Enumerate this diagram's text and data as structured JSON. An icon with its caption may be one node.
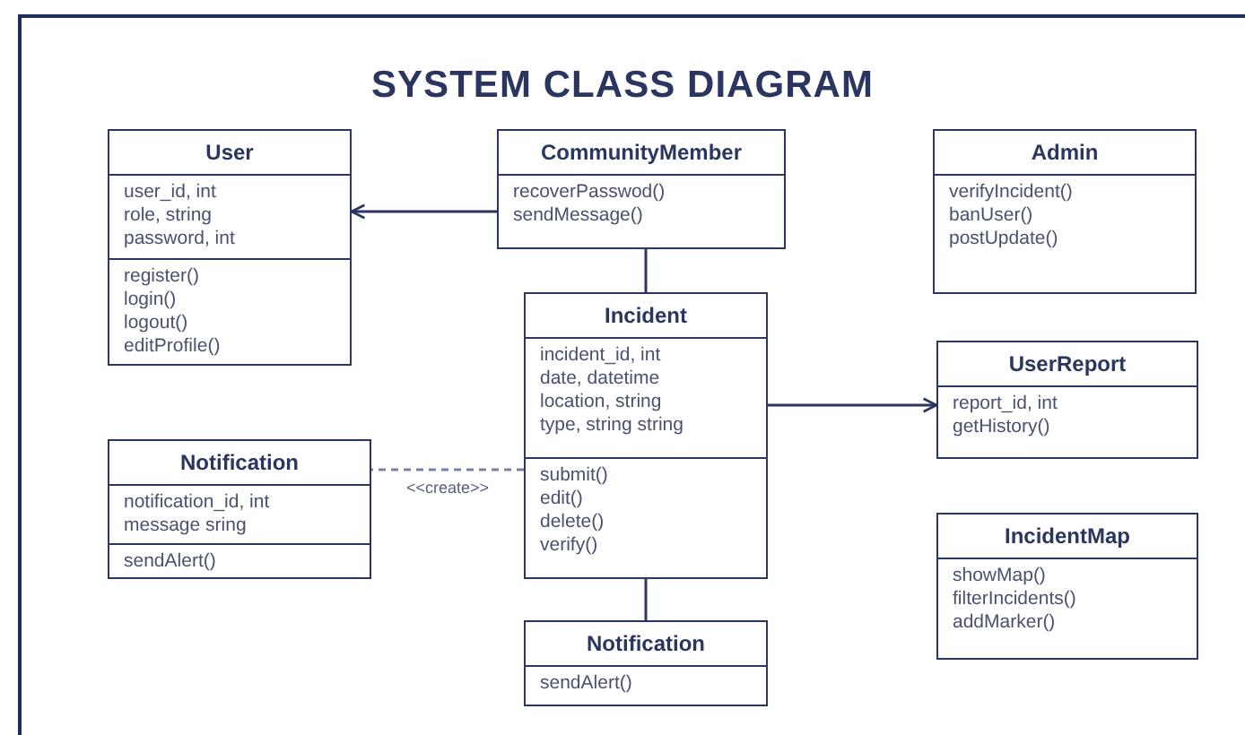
{
  "diagram": {
    "title": "SYSTEM CLASS DIAGRAM",
    "nodes": [
      {
        "text": [
          "User"
        ]
      },
      {
        "text": [
          "user_id, int",
          "role, string",
          "password, int"
        ],
        "in": 0
      },
      {
        "text": [
          "register()",
          "login()",
          "logout()",
          "editProfile()"
        ],
        "in": 0
      },
      {
        "text": [
          "CommunityMember"
        ]
      },
      {
        "text": [
          "recoverPasswod()",
          "sendMessage()"
        ],
        "in": 3
      },
      {
        "text": [
          "Admin"
        ]
      },
      {
        "text": [
          "verifyIncident()",
          "banUser()",
          "postUpdate()"
        ],
        "in": 5
      },
      {
        "text": [
          "Incident"
        ]
      },
      {
        "text": [
          "incident_id, int",
          "date, datetime",
          "location, string",
          "type, string string"
        ],
        "in": 7
      },
      {
        "text": [
          "submit()",
          "edit()",
          "delete()",
          "verify()"
        ],
        "in": 7
      },
      {
        "text": [
          "UserReport"
        ]
      },
      {
        "text": [
          "report_id, int",
          "getHistory()"
        ],
        "in": 10
      },
      {
        "text": [
          "Notification"
        ]
      },
      {
        "text": [
          "notification_id, int",
          "message sring"
        ],
        "in": 12
      },
      {
        "text": [
          "sendAlert()"
        ],
        "in": 12
      },
      {
        "text": [
          "IncidentMap"
        ]
      },
      {
        "text": [
          "showMap()",
          "filterIncidents()",
          "addMarker()"
        ],
        "in": 15
      },
      {
        "text": [
          "Notification"
        ]
      },
      {
        "text": [
          "sendAlert()"
        ],
        "in": 17
      }
    ],
    "edges": [
      {
        "from": 3,
        "to": 0,
        "arrow": "to"
      },
      {
        "from": 3,
        "to": 7,
        "arrow": "none"
      },
      {
        "from": 7,
        "to": 10,
        "arrow": "to"
      },
      {
        "from": 7,
        "to": 12,
        "arrow": "none",
        "style": "dashed",
        "label": "<<create>>"
      },
      {
        "from": 7,
        "to": 17,
        "arrow": "none"
      }
    ]
  }
}
